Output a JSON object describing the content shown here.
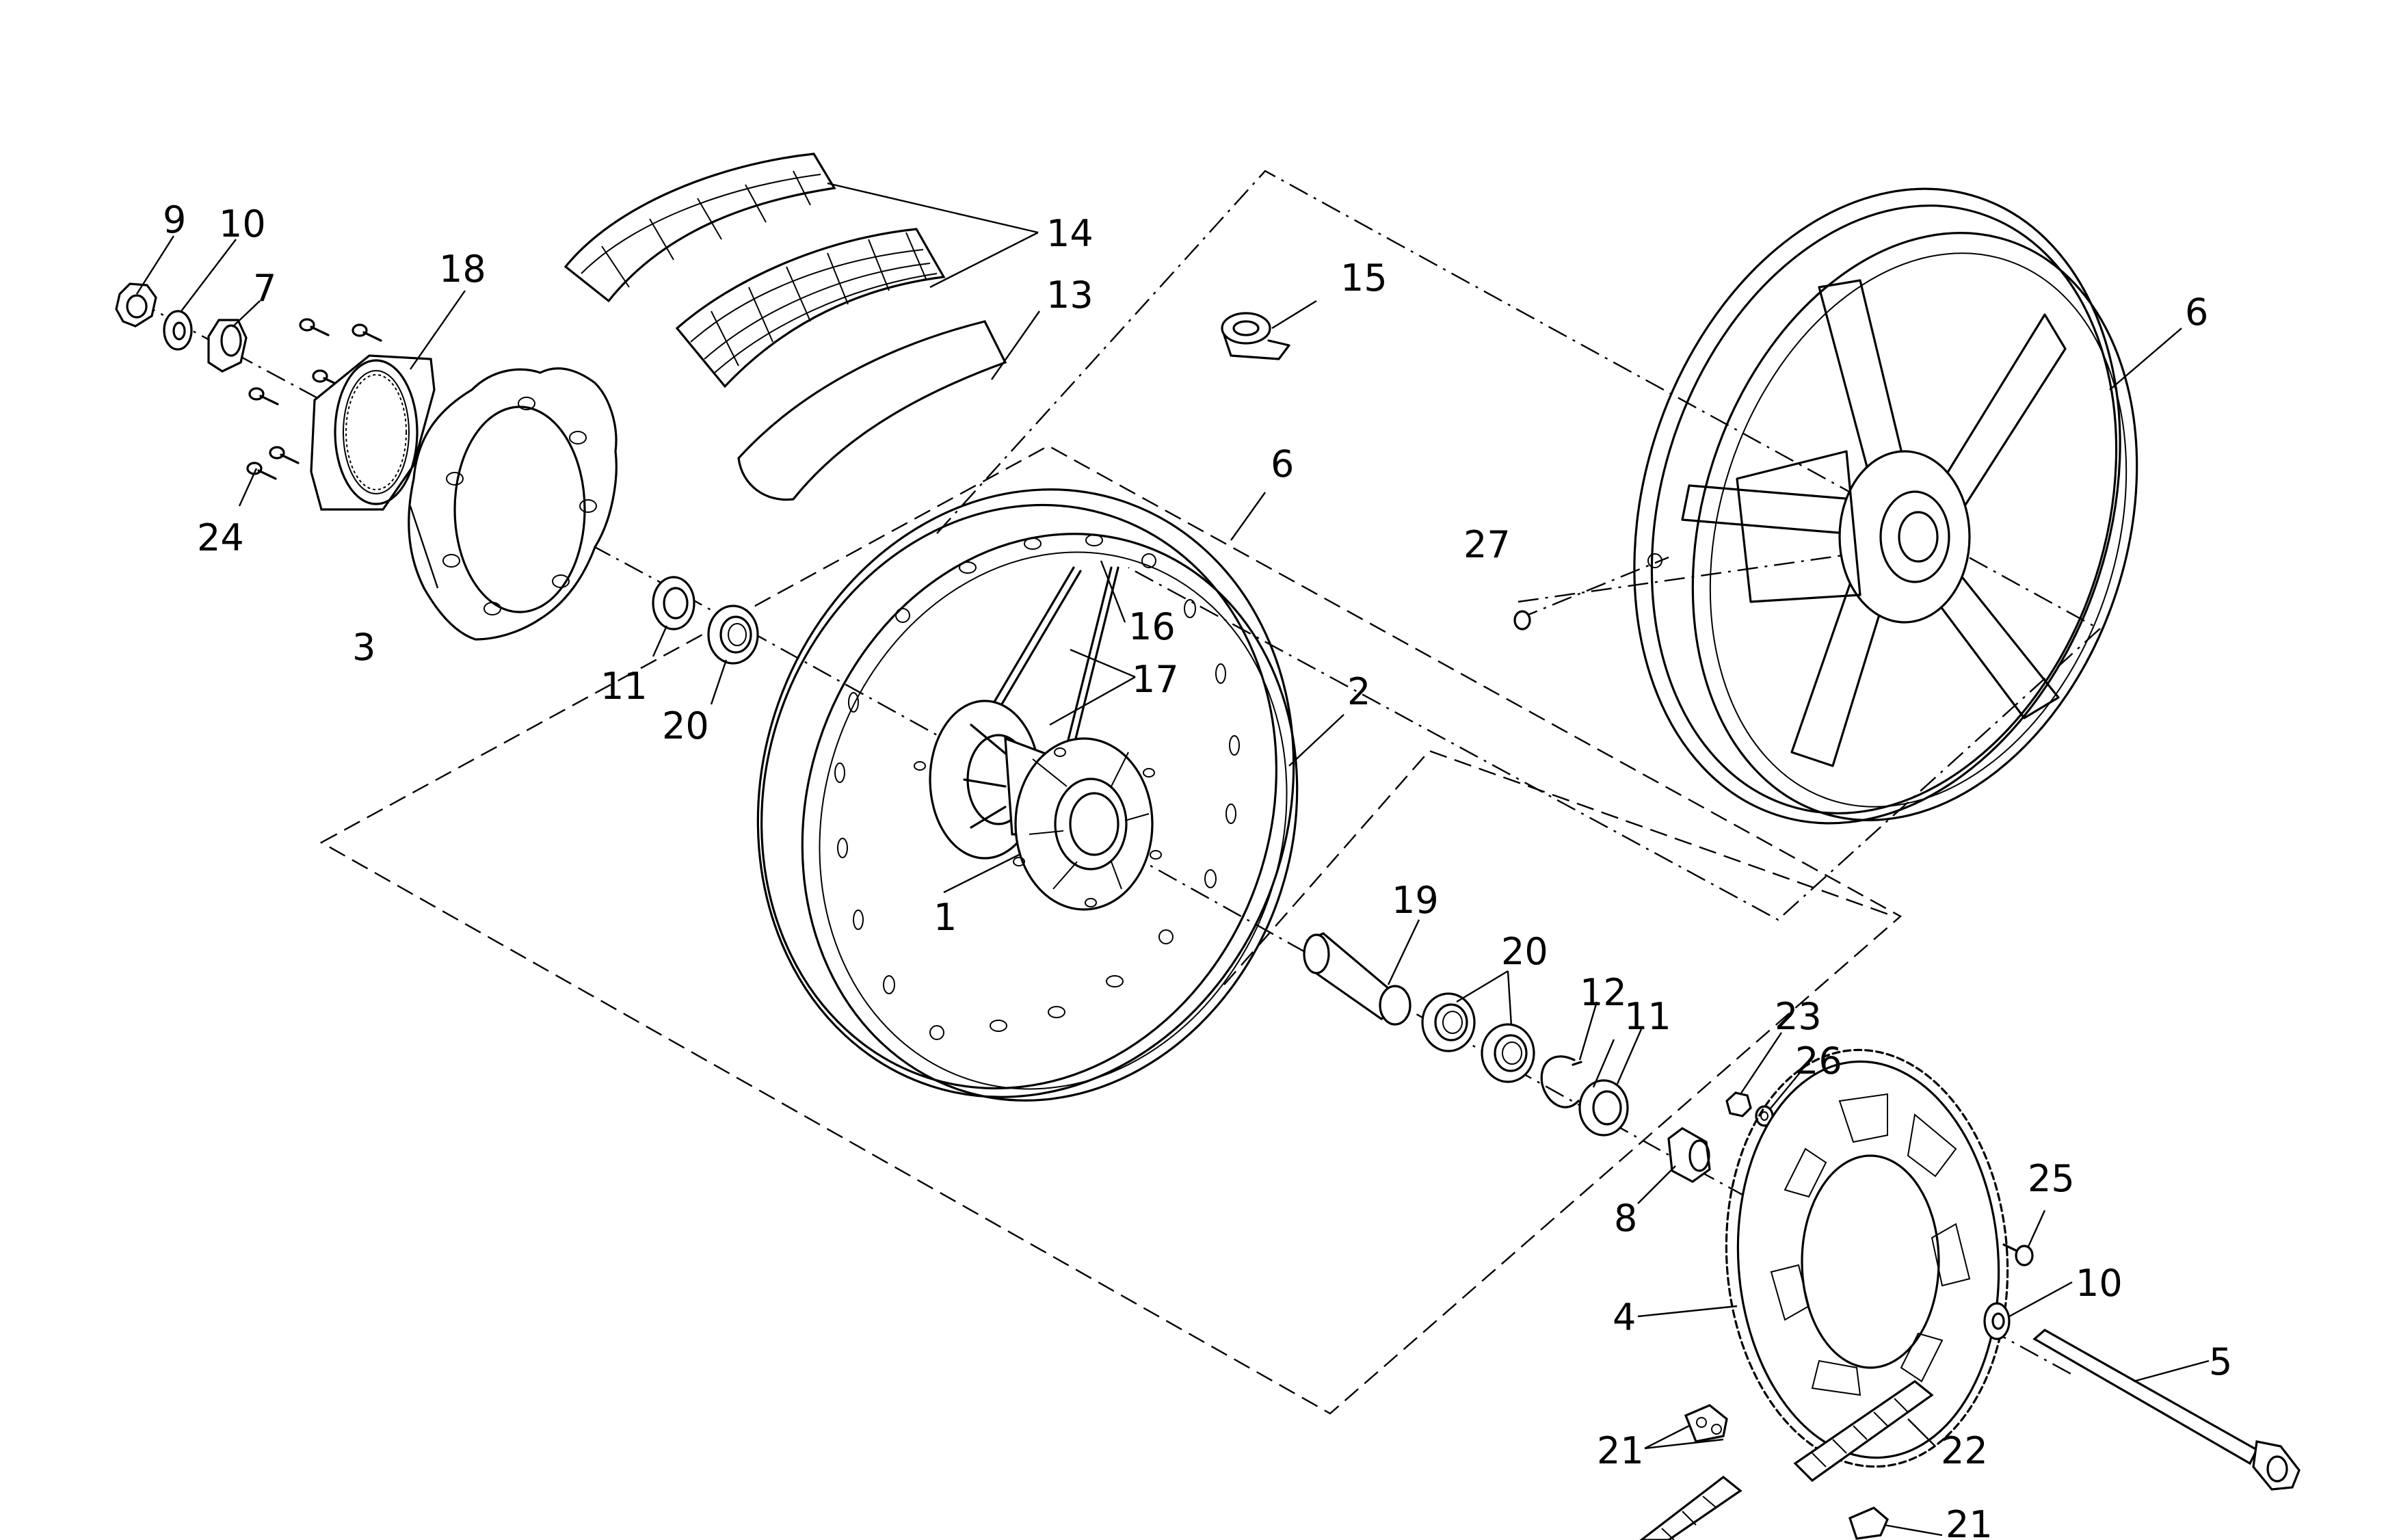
{
  "callouts": {
    "c1": "1",
    "c2": "2",
    "c3": "3",
    "c4": "4",
    "c5": "5",
    "c6a": "6",
    "c6b": "6",
    "c7": "7",
    "c8": "8",
    "c9": "9",
    "c10a": "10",
    "c10b": "10",
    "c11a": "11",
    "c11b": "11",
    "c12": "12",
    "c13": "13",
    "c14": "14",
    "c15": "15",
    "c16": "16",
    "c17": "17",
    "c18": "18",
    "c19": "19",
    "c20a": "20",
    "c20b": "20",
    "c21a": "21",
    "c21b": "21",
    "c22": "22",
    "c23": "23",
    "c24": "24",
    "c25": "25",
    "c26": "26",
    "c27": "27"
  },
  "parts": [
    {
      "callout": "1",
      "icon": "hub-icon"
    },
    {
      "callout": "2",
      "icon": "spoked-rim-icon"
    },
    {
      "callout": "3",
      "icon": "brake-disc-icon"
    },
    {
      "callout": "4",
      "icon": "sprocket-icon"
    },
    {
      "callout": "5",
      "icon": "axle-spindle-icon"
    },
    {
      "callout": "6",
      "icon": "cast-wheel-icon"
    },
    {
      "callout": "7",
      "icon": "spacer-icon"
    },
    {
      "callout": "8",
      "icon": "spacer-icon"
    },
    {
      "callout": "9",
      "icon": "nut-icon"
    },
    {
      "callout": "10",
      "icon": "washer-icon"
    },
    {
      "callout": "11",
      "icon": "seal-icon"
    },
    {
      "callout": "12",
      "icon": "circlip-icon"
    },
    {
      "callout": "13",
      "icon": "tube-icon"
    },
    {
      "callout": "14",
      "icon": "tyre-icon"
    },
    {
      "callout": "15",
      "icon": "rim-band-icon"
    },
    {
      "callout": "16",
      "icon": "spoke-icon"
    },
    {
      "callout": "17",
      "icon": "spoke-icon"
    },
    {
      "callout": "18",
      "icon": "abs-ring-icon"
    },
    {
      "callout": "19",
      "icon": "bearing-spacer-icon"
    },
    {
      "callout": "20",
      "icon": "bearing-icon"
    },
    {
      "callout": "21",
      "icon": "chain-link-icon"
    },
    {
      "callout": "22",
      "icon": "chain-icon"
    },
    {
      "callout": "23",
      "icon": "nut-icon"
    },
    {
      "callout": "24",
      "icon": "bolt-icon"
    },
    {
      "callout": "25",
      "icon": "bolt-icon"
    },
    {
      "callout": "26",
      "icon": "washer-icon"
    },
    {
      "callout": "27",
      "icon": "valve-icon"
    }
  ]
}
